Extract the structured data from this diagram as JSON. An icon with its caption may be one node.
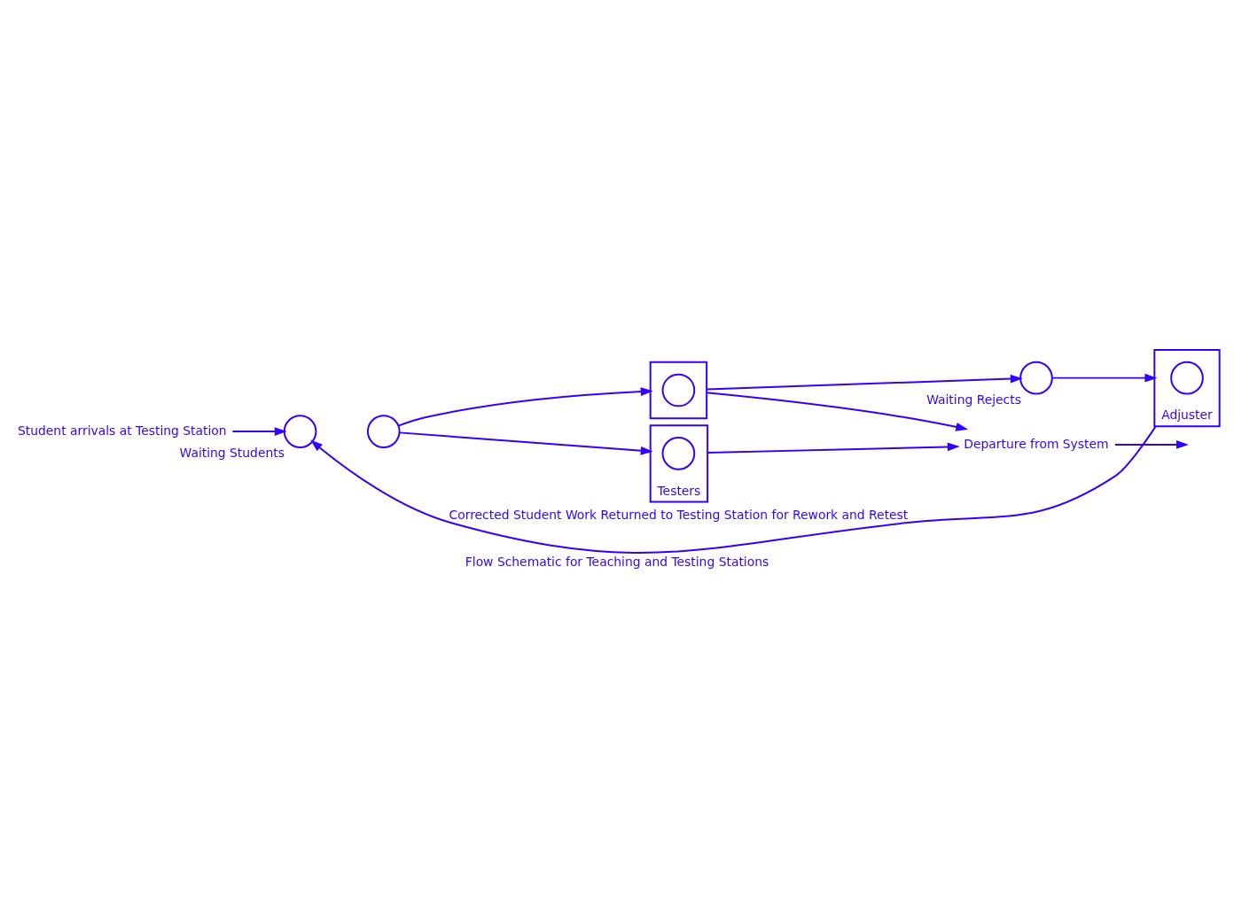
{
  "diagram": {
    "caption": "Flow Schematic for Teaching and Testing Stations",
    "nodes": [
      {
        "text": [
          "Student arrivals at Testing Station"
        ]
      },
      {
        "text": [],
        "shape": "circle",
        "beside": [
          "Waiting Students"
        ]
      },
      {
        "text": [],
        "shape": "circle"
      },
      {
        "text": [],
        "shape": "box"
      },
      {
        "text": [],
        "shape": "circle",
        "in": 3
      },
      {
        "text": [],
        "shape": "box",
        "beside": [
          "Testers"
        ]
      },
      {
        "text": [],
        "shape": "circle",
        "in": 5
      },
      {
        "text": [],
        "shape": "circle",
        "beside": [
          "Waiting Rejects"
        ]
      },
      {
        "text": [],
        "shape": "box",
        "beside": [
          "Adjuster"
        ]
      },
      {
        "text": [],
        "shape": "circle",
        "in": 8
      },
      {
        "text": [
          "Departure from System"
        ]
      }
    ],
    "edges": [
      {
        "from": 0,
        "to": 1,
        "arrow": "to"
      },
      {
        "from": 2,
        "to": 3,
        "arrow": "to"
      },
      {
        "from": 2,
        "to": 5,
        "arrow": "to"
      },
      {
        "from": 3,
        "to": 7,
        "arrow": "to"
      },
      {
        "from": 7,
        "to": 8,
        "arrow": "to"
      },
      {
        "from": 8,
        "to": 1,
        "arrow": "to",
        "label": "Corrected Student Work Returned to Testing Station for Rework and Retest"
      },
      {
        "from": 3,
        "to": 10,
        "arrow": "to"
      },
      {
        "from": 5,
        "to": 10,
        "arrow": "to"
      },
      {
        "from": 10,
        "to": null,
        "arrow": "to"
      }
    ]
  }
}
